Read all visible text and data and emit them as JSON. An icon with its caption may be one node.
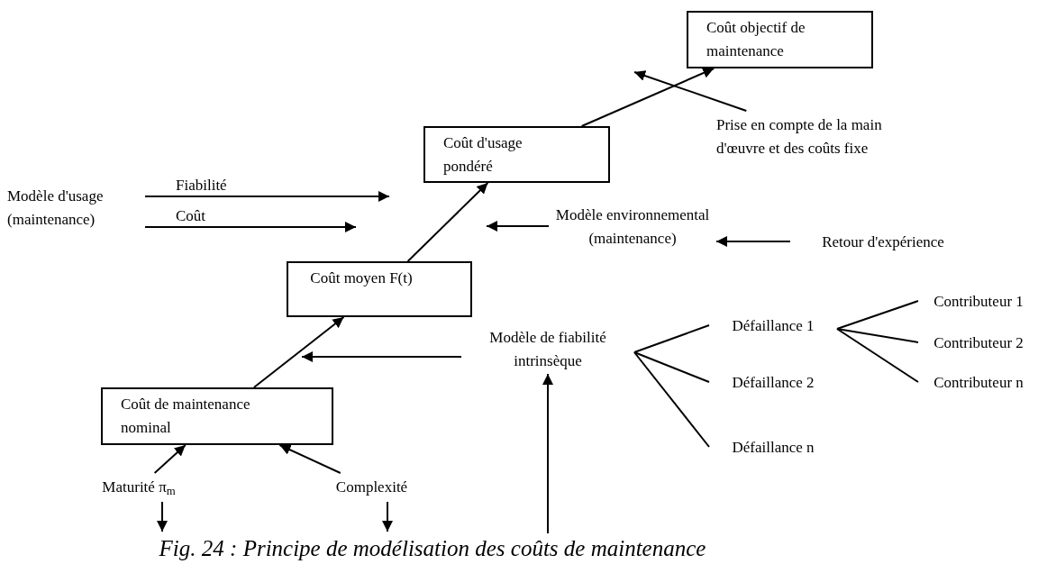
{
  "diagram": {
    "caption": "Fig. 24 : Principe de modélisation des coûts de maintenance",
    "nodes": [
      {
        "text": [
          "Coût objectif de maintenance"
        ]
      },
      {
        "text": [
          "Coût d'usage pondéré"
        ]
      },
      {
        "text": [
          "Coût moyen F(t)"
        ]
      },
      {
        "text": [
          "Coût de maintenance nominal"
        ]
      },
      {
        "text": [
          "Prise en compte de la main d'œuvre et des coûts fixe"
        ]
      },
      {
        "text": [
          "Modèle d'usage (maintenance)"
        ]
      },
      {
        "text": [
          "Modèle environnemental (maintenance)"
        ]
      },
      {
        "text": [
          "Retour d'expérience"
        ]
      },
      {
        "text": [
          "Modèle de fiabilité intrinsèque"
        ]
      },
      {
        "text": [
          "Défaillance 1"
        ]
      },
      {
        "text": [
          "Défaillance 2"
        ]
      },
      {
        "text": [
          "Défaillance n"
        ]
      },
      {
        "text": [
          "Contributeur 1"
        ]
      },
      {
        "text": [
          "Contributeur 2"
        ]
      },
      {
        "text": [
          "Contributeur n"
        ]
      },
      {
        "text": [
          "Maturité  π$_{m}$"
        ]
      },
      {
        "text": [
          "Complexité"
        ]
      }
    ],
    "edges": [
      {
        "from": 3,
        "to": 2,
        "arrow": "to"
      },
      {
        "from": 2,
        "to": 1,
        "arrow": "to"
      },
      {
        "from": 1,
        "to": 0,
        "arrow": "to"
      },
      {
        "from": 4,
        "to": null,
        "arrow": "to"
      },
      {
        "from": 5,
        "to": null,
        "arrow": "to",
        "label": "Fiabilité"
      },
      {
        "from": 5,
        "to": null,
        "arrow": "to",
        "label": "Coût"
      },
      {
        "from": 6,
        "to": null,
        "arrow": "to"
      },
      {
        "from": 7,
        "to": 6,
        "arrow": "to"
      },
      {
        "from": 8,
        "to": null,
        "arrow": "to"
      },
      {
        "from": 8,
        "to": 9,
        "arrow": "none"
      },
      {
        "from": 8,
        "to": 10,
        "arrow": "none"
      },
      {
        "from": 8,
        "to": 11,
        "arrow": "none"
      },
      {
        "from": 9,
        "to": 12,
        "arrow": "none"
      },
      {
        "from": 9,
        "to": 13,
        "arrow": "none"
      },
      {
        "from": 9,
        "to": 14,
        "arrow": "none"
      },
      {
        "from": 15,
        "to": 3,
        "arrow": "to"
      },
      {
        "from": 16,
        "to": 3,
        "arrow": "to"
      },
      {
        "from": 15,
        "to": null,
        "arrow": "to"
      },
      {
        "from": 16,
        "to": null,
        "arrow": "to"
      },
      {
        "from": null,
        "to": 8,
        "arrow": "to"
      }
    ]
  }
}
